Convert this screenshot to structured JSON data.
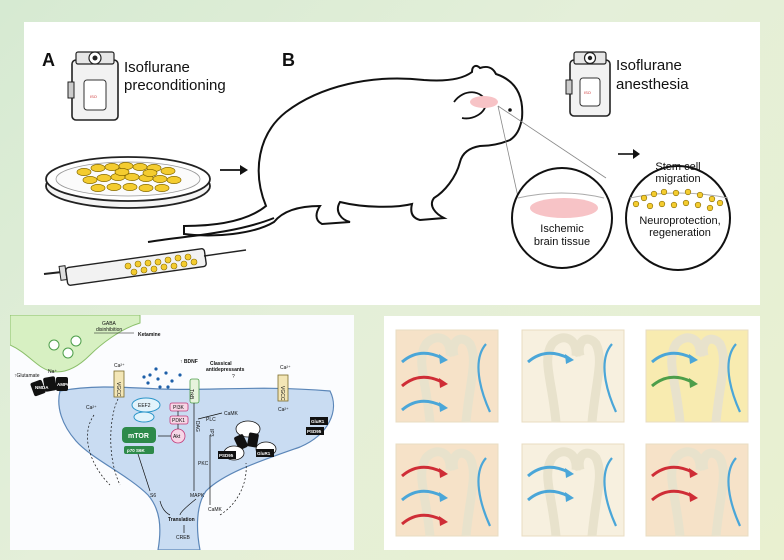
{
  "top_panel": {
    "label_a": "A",
    "label_b": "B",
    "vaporizer_left_title": [
      "Isoflurane",
      "preconditioning"
    ],
    "vaporizer_right_title": [
      "Isoflurane",
      "anesthesia"
    ],
    "ischemic_label": [
      "Ischemic",
      "brain tissue"
    ],
    "stem_cell_label": [
      "Stem cell",
      "migration"
    ],
    "neuroprotection_label": [
      "Neuroprotection,",
      "regeneration"
    ]
  },
  "synapse_panel": {
    "gaba_label": "GABA",
    "disinhibition_label": "disinhibition",
    "ketamine_label": "Ketamine",
    "glutamate_label": "↑Glutamate",
    "bdnf_label": "↑ BDNF",
    "classical_label": "Classical",
    "antidepressants_label": "antidepressants",
    "question_label": "?",
    "ca_top_left": "Ca²⁺",
    "ca_top_right": "Ca²⁺",
    "ca_left": "Ca²⁺",
    "ca_right": "Ca²⁺",
    "vgcc_left": "VGCC",
    "vgcc_right": "VGCC",
    "na_label": "Na⁺",
    "nmda_label": "NMDA",
    "ampa_label": "AMPA",
    "trkb_label": "TrkB",
    "eef2_label": "EEF2",
    "pi3k_label": "PI3K",
    "pdk1_label": "PDK1",
    "akt_label": "Akt",
    "mtor_label": "mTOR",
    "p70_label": "p70 S6K",
    "plc_label": "PLC",
    "camk_label": "CaMK",
    "pkc_label": "PKC",
    "mapk_label": "MAPK",
    "s6_label": "S6",
    "camk2_label": "CaMK",
    "translation_label": "Translation",
    "creb_label": "CREB",
    "psd95_label": "PSD95",
    "psd95_right_label": "PSD95",
    "glur1_label": "GluR1",
    "glur1_right_label": "GluR1",
    "dag_label": "DAG",
    "ip3_label": "IP3"
  },
  "colors": {
    "synapse_fill": "#c9dcf2",
    "presynapse_fill": "#d7f0c2",
    "arrow_blue": "#4aa6d8",
    "arrow_red": "#cf2d36",
    "arrow_green": "#4d9e4a",
    "ischemic_pink": "#f7c3c6",
    "cell_yellow": "#f4cc2f"
  },
  "grid_panel": {
    "tiles": [
      {
        "tint": "warm",
        "arrows": [
          "blue",
          "red",
          "blue"
        ]
      },
      {
        "tint": "plain",
        "arrows": [
          "blue"
        ]
      },
      {
        "tint": "yellow",
        "arrows": [
          "blue",
          "green"
        ]
      },
      {
        "tint": "warm",
        "arrows": [
          "red",
          "blue",
          "red"
        ]
      },
      {
        "tint": "plain",
        "arrows": [
          "blue",
          "blue"
        ]
      },
      {
        "tint": "warm",
        "arrows": [
          "red",
          "red"
        ]
      }
    ]
  }
}
